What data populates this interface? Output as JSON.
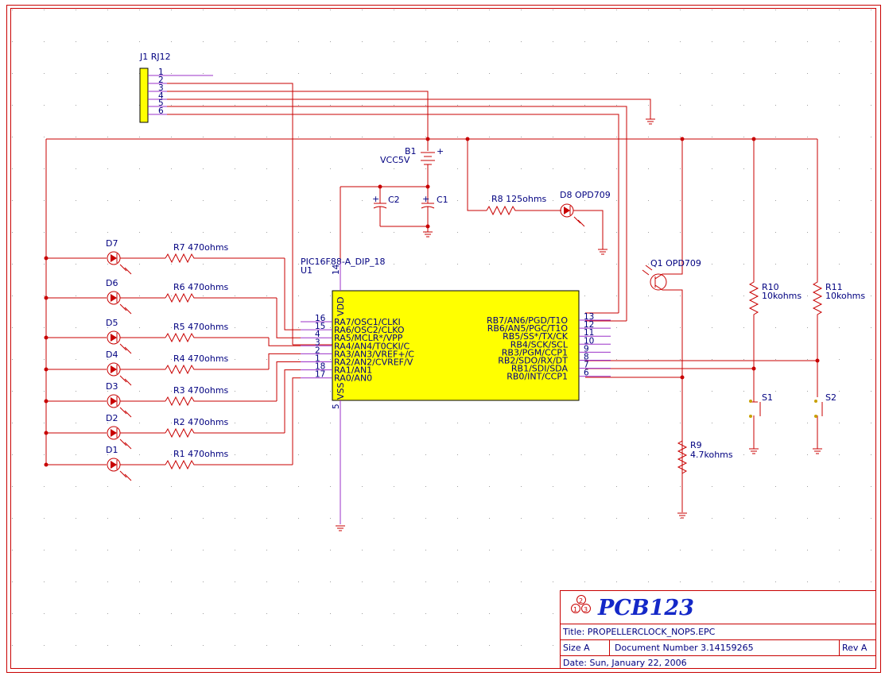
{
  "connector": {
    "ref": "J1 RJ12",
    "pins": [
      "1",
      "2",
      "3",
      "4",
      "5",
      "6"
    ]
  },
  "battery": {
    "ref": "B1",
    "value": "VCC5V",
    "plus": "+"
  },
  "caps": {
    "c2": "C2",
    "c1": "C1",
    "c2_plus": "+",
    "c1_plus": "+"
  },
  "r8": {
    "label": "R8 125ohms"
  },
  "d8": {
    "label": "D8 OPD709"
  },
  "q1": {
    "label": "Q1 OPD709"
  },
  "u1": {
    "part": "PIC16F88-A_DIP_18",
    "ref": "U1",
    "vdd": "VDD",
    "vss": "VSS",
    "vdd_pin": "14",
    "vss_pin": "5",
    "left_pins": [
      {
        "num": "16",
        "name": "RA7/OSC1/CLKI"
      },
      {
        "num": "15",
        "name": "RA6/OSC2/CLKO"
      },
      {
        "num": "4",
        "name": "RA5/MCLR*/VPP"
      },
      {
        "num": "3",
        "name": "RA4/AN4/T0CKI/C"
      },
      {
        "num": "2",
        "name": "RA3/AN3/VREF+/C"
      },
      {
        "num": "1",
        "name": "RA2/AN2/CVREF/V"
      },
      {
        "num": "18",
        "name": "RA1/AN1"
      },
      {
        "num": "17",
        "name": "RA0/AN0"
      }
    ],
    "right_pins": [
      {
        "num": "13",
        "name": "RB7/AN6/PGD/T1O"
      },
      {
        "num": "12",
        "name": "RB6/AN5/PGC/T1O"
      },
      {
        "num": "11",
        "name": "RB5/SS*/TX/CK"
      },
      {
        "num": "10",
        "name": "RB4/SCK/SCL"
      },
      {
        "num": "9",
        "name": "RB3/PGM/CCP1"
      },
      {
        "num": "8",
        "name": "RB2/SDO/RX/DT"
      },
      {
        "num": "7",
        "name": "RB1/SDI/SDA"
      },
      {
        "num": "6",
        "name": "RB0/INT/CCP1"
      }
    ]
  },
  "leds": [
    {
      "d": "D7",
      "r": "R7 470ohms"
    },
    {
      "d": "D6",
      "r": "R6 470ohms"
    },
    {
      "d": "D5",
      "r": "R5 470ohms"
    },
    {
      "d": "D4",
      "r": "R4 470ohms"
    },
    {
      "d": "D3",
      "r": "R3 470ohms"
    },
    {
      "d": "D2",
      "r": "R2 470ohms"
    },
    {
      "d": "D1",
      "r": "R1 470ohms"
    }
  ],
  "r10": {
    "ref": "R10",
    "value": "10kohms"
  },
  "r11": {
    "ref": "R11",
    "value": "10kohms"
  },
  "r9": {
    "ref": "R9",
    "value": "4.7kohms"
  },
  "s1": {
    "ref": "S1"
  },
  "s2": {
    "ref": "S2"
  },
  "title_block": {
    "logo": "PCB123",
    "title": "Title: PROPELLERCLOCK_NOPS.EPC",
    "size": "Size A",
    "doc": "Document Number 3.14159265",
    "rev": "Rev A",
    "date": "Date: Sun, January 22, 2006"
  },
  "colors": {
    "wire": "#c80000",
    "pin": "#9b30c8",
    "chip": "#ffff00",
    "text": "#000080",
    "dot_grid": "#a0a0a0"
  }
}
